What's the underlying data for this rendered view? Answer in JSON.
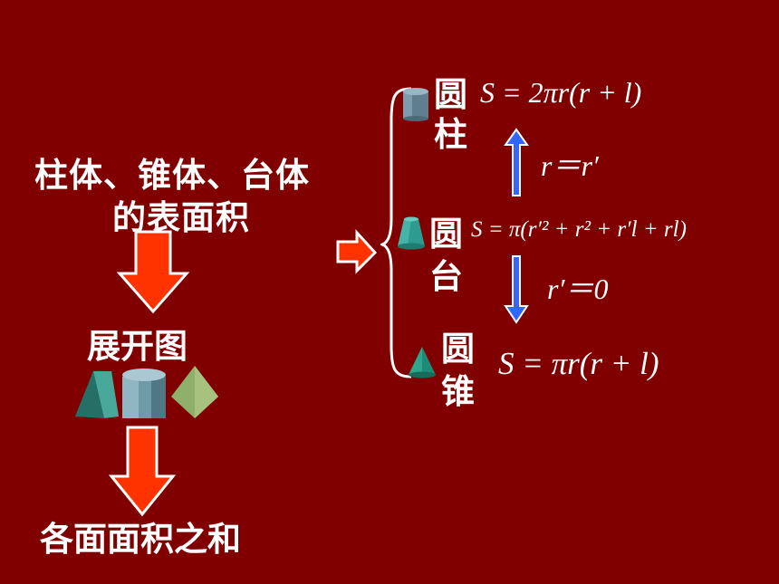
{
  "left": {
    "title_line1": "柱体、锥体、台体",
    "title_line2": "的表面积",
    "unfold_label": "展开图",
    "sum_label": "各面面积之和"
  },
  "right": {
    "cylinder": {
      "label_top": "圆",
      "label_bottom": "柱",
      "formula": "S = 2πr(r + l)"
    },
    "frustum": {
      "label_top": "圆",
      "label_bottom": "台",
      "formula": "S = π(r′² + r² + r′l + rl)"
    },
    "cone": {
      "label_top": "圆",
      "label_bottom": "锥",
      "formula": "S = πr(r + l)"
    },
    "cond_up": "r＝r′",
    "cond_down": "r′＝0"
  },
  "colors": {
    "background": "#800000",
    "red_arrow": "#ff3300",
    "blue_arrow": "#3366ff",
    "text": "#ffffff"
  }
}
